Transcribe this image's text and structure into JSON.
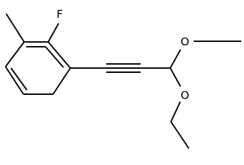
{
  "molecule": {
    "atoms": {
      "fluorine": "F",
      "oxygen_upper": "O",
      "oxygen_lower": "O"
    },
    "colors": {
      "bond": "#000000",
      "text": "#000000",
      "background": "#ffffff"
    }
  }
}
